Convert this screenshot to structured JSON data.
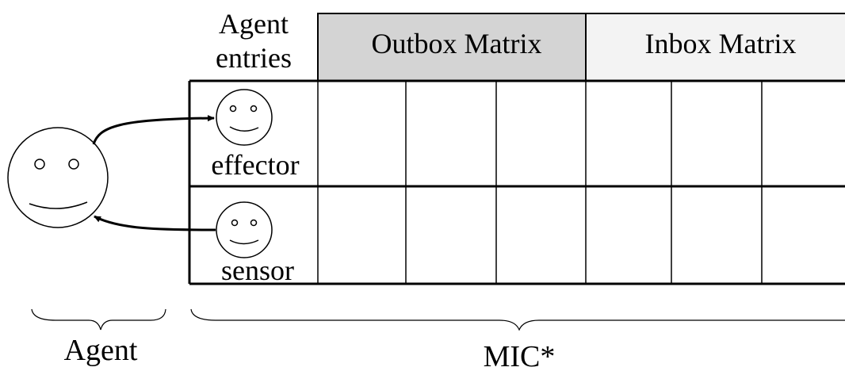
{
  "header": {
    "agent_entries_line1": "Agent",
    "agent_entries_line2": "entries",
    "outbox_label": "Outbox Matrix",
    "inbox_label": "Inbox Matrix"
  },
  "rows": [
    {
      "label": "effector"
    },
    {
      "label": "sensor"
    }
  ],
  "braces": {
    "agent_label": "Agent",
    "mic_label": "MIC*"
  },
  "colors": {
    "outbox_fill": "#d4d4d4",
    "inbox_fill": "#f3f3f3",
    "stroke": "#000000"
  },
  "icons": [
    "agent-face-icon",
    "effector-face-icon",
    "sensor-face-icon"
  ]
}
